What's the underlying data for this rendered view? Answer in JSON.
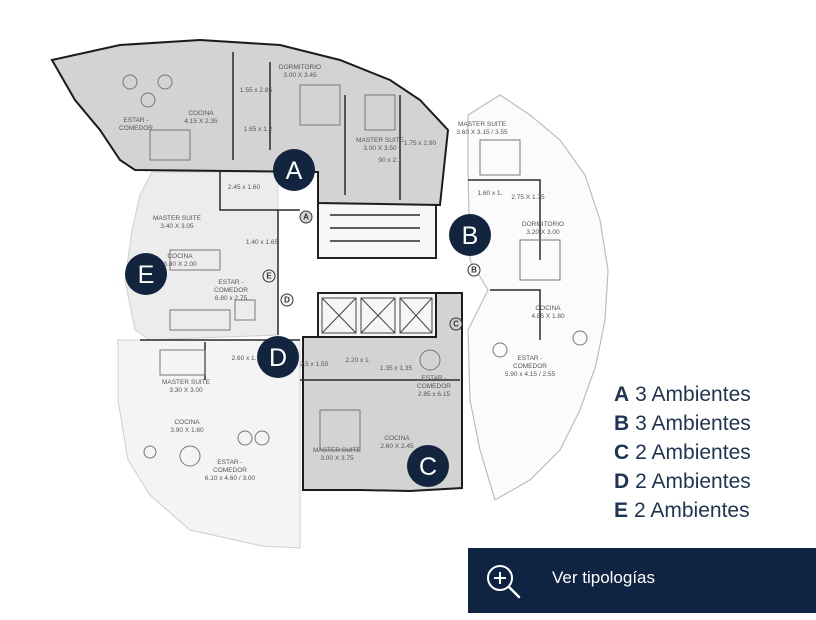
{
  "colors": {
    "marker_fill": "#13243f",
    "selected_unit_fill": "#d2d2d2",
    "other_unit_fill": "#e6e6e6",
    "wall": "#1c1c1c",
    "button_bg": "#0f2342",
    "legend_text": "#1f3352"
  },
  "units": [
    {
      "letter": "A",
      "label": "3 Ambientes"
    },
    {
      "letter": "B",
      "label": "3 Ambientes"
    },
    {
      "letter": "C",
      "label": "2 Ambientes"
    },
    {
      "letter": "D",
      "label": "2 Ambientes"
    },
    {
      "letter": "E",
      "label": "2 Ambientes"
    }
  ],
  "rooms": {
    "a_estar": "ESTAR -",
    "a_comedor": "COMEDOR",
    "a_cocina": "COCINA",
    "a_cocina_dim": "4.15 X 2.35",
    "a_dorm": "DORMITORIO",
    "a_dorm_dim": "3.00 X 3.45",
    "a_bath1": "1.55 x 2.85",
    "a_bath2": "1.65 x 1.2",
    "a_master": "MASTER SUITE",
    "a_master_dim": "3.00 X 3.50",
    "a_bath3": "1.75 x 2.90",
    "a_bath4": "90 x 2.1",
    "b_master": "MASTER SUITE",
    "b_master_dim": "3.60 X 3.15 / 3.55",
    "b_bath1": "1.60 x 1.",
    "b_bath2": "2.75 X 1.75",
    "b_dorm": "DORMITORIO",
    "b_dorm_dim": "3.20 X 3.00",
    "b_cocina": "COCINA",
    "b_cocina_dim": "4.85 X 1.80",
    "b_estar": "ESTAR -",
    "b_comedor": "COMEDOR",
    "b_comedor_dim": "5.90 x 4.15 / 2.55",
    "e_bath1": "2.45 x 1.60",
    "e_master": "MASTER SUITE",
    "e_master_dim": "3.40 X 3.05",
    "e_bath2": "1.40 x 1.65",
    "e_cocina": "COCINA",
    "e_cocina_dim": "3.80 X 2.00",
    "e_estar": "ESTAR -",
    "e_comedor": "COMEDOR",
    "e_comedor_dim": "6.80 x 2.75",
    "d_bath": "2.60 x 1.",
    "d_master": "MASTER SUITE",
    "d_master_dim": "3.30 X 3.00",
    "d_cocina": "COCINA",
    "d_cocina_dim": "3.90 X 1.60",
    "d_estar": "ESTAR -",
    "d_comedor": "COMEDOR",
    "d_comedor_dim": "6.10 x 4.60 / 3.00",
    "c_bath1": "2.5 x 1.50",
    "c_bath2": "2.20 x 1.",
    "c_bath3": "1.35 x 1.35",
    "c_estar": "ESTAR -",
    "c_comedor": "COMEDOR",
    "c_comedor_dim": "2.85 x 6.15",
    "c_cocina": "COCINA",
    "c_cocina_dim": "2.60 X 2.45",
    "c_master": "MASTER SUITE",
    "c_master_dim": "3.00 X 3.75"
  },
  "button": {
    "label": "Ver tipologías",
    "icon": "zoom-in-icon"
  }
}
